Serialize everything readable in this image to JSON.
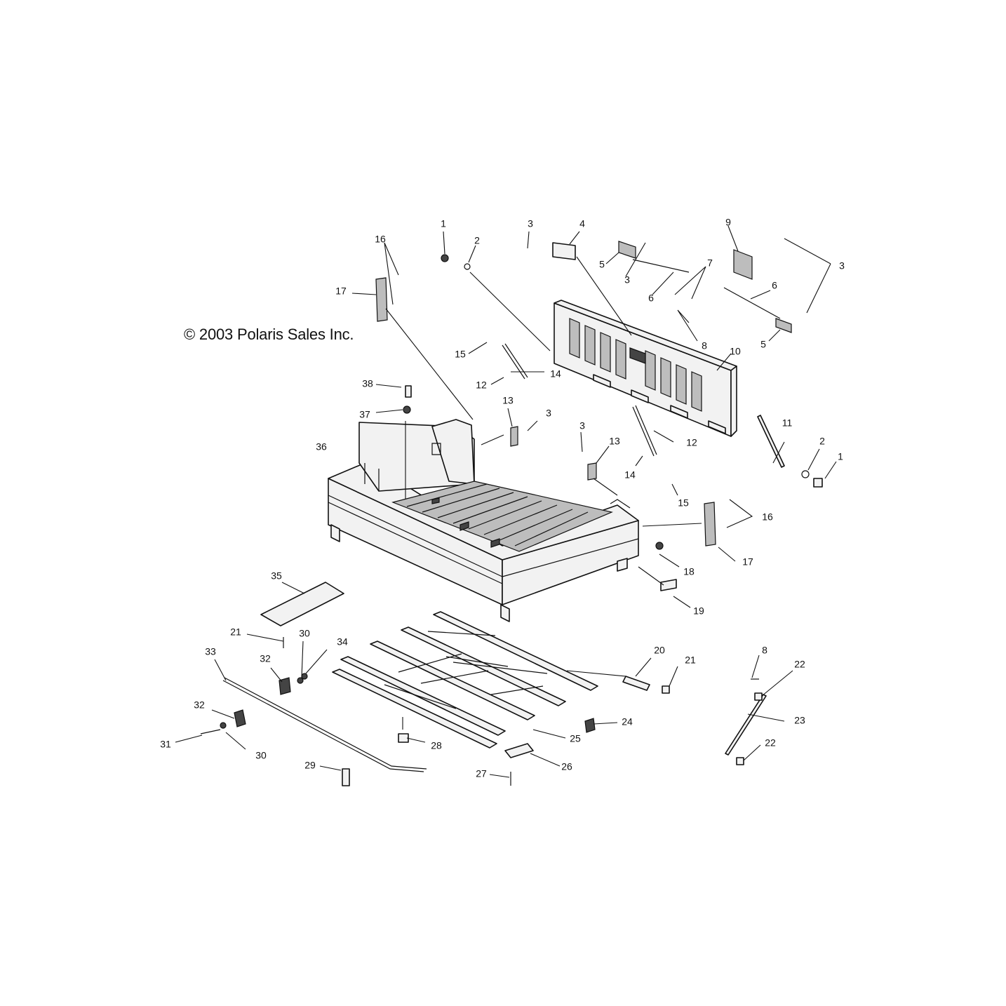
{
  "copyright": "© 2003 Polaris Sales Inc.",
  "callouts": [
    {
      "id": "c1a",
      "label": "1"
    },
    {
      "id": "c2a",
      "label": "2"
    },
    {
      "id": "c3a",
      "label": "3"
    },
    {
      "id": "c4",
      "label": "4"
    },
    {
      "id": "c5a",
      "label": "5"
    },
    {
      "id": "c3b",
      "label": "3"
    },
    {
      "id": "c6a",
      "label": "6"
    },
    {
      "id": "c7",
      "label": "7"
    },
    {
      "id": "c9",
      "label": "9"
    },
    {
      "id": "c3c",
      "label": "3"
    },
    {
      "id": "c6b",
      "label": "6"
    },
    {
      "id": "c8a",
      "label": "8"
    },
    {
      "id": "c5b",
      "label": "5"
    },
    {
      "id": "c10",
      "label": "10"
    },
    {
      "id": "c16a",
      "label": "16"
    },
    {
      "id": "c17a",
      "label": "17"
    },
    {
      "id": "c15a",
      "label": "15"
    },
    {
      "id": "c14a",
      "label": "14"
    },
    {
      "id": "c12a",
      "label": "12"
    },
    {
      "id": "c38",
      "label": "38"
    },
    {
      "id": "c37",
      "label": "37"
    },
    {
      "id": "c13a",
      "label": "13"
    },
    {
      "id": "c3d",
      "label": "3"
    },
    {
      "id": "c36",
      "label": "36"
    },
    {
      "id": "c3e",
      "label": "3"
    },
    {
      "id": "c13b",
      "label": "13"
    },
    {
      "id": "c12b",
      "label": "12"
    },
    {
      "id": "c11",
      "label": "11"
    },
    {
      "id": "c2b",
      "label": "2"
    },
    {
      "id": "c1b",
      "label": "1"
    },
    {
      "id": "c14b",
      "label": "14"
    },
    {
      "id": "c15b",
      "label": "15"
    },
    {
      "id": "c16b",
      "label": "16"
    },
    {
      "id": "c17b",
      "label": "17"
    },
    {
      "id": "c18",
      "label": "18"
    },
    {
      "id": "c19",
      "label": "19"
    },
    {
      "id": "c35",
      "label": "35"
    },
    {
      "id": "c21a",
      "label": "21"
    },
    {
      "id": "c30a",
      "label": "30"
    },
    {
      "id": "c34",
      "label": "34"
    },
    {
      "id": "c33",
      "label": "33"
    },
    {
      "id": "c32a",
      "label": "32"
    },
    {
      "id": "c20",
      "label": "20"
    },
    {
      "id": "c21b",
      "label": "21"
    },
    {
      "id": "c8b",
      "label": "8"
    },
    {
      "id": "c22a",
      "label": "22"
    },
    {
      "id": "c32b",
      "label": "32"
    },
    {
      "id": "c23",
      "label": "23"
    },
    {
      "id": "c25",
      "label": "25"
    },
    {
      "id": "c24",
      "label": "24"
    },
    {
      "id": "c31",
      "label": "31"
    },
    {
      "id": "c30b",
      "label": "30"
    },
    {
      "id": "c28",
      "label": "28"
    },
    {
      "id": "c22b",
      "label": "22"
    },
    {
      "id": "c29",
      "label": "29"
    },
    {
      "id": "c26",
      "label": "26"
    },
    {
      "id": "c27",
      "label": "27"
    }
  ]
}
